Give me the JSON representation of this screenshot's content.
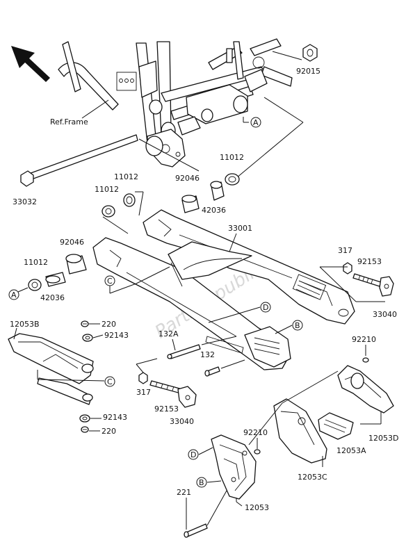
{
  "watermark": "PartsRepublik",
  "frame_label": "Ref.Frame",
  "part_numbers": {
    "p92015": "92015",
    "p33032": "33032",
    "p11012_upper": "11012",
    "p11012_a": "11012",
    "p11012_b": "11012",
    "p11012_left": "11012",
    "p92046_upper": "92046",
    "p92046_left": "92046",
    "p42036_upper": "42036",
    "p42036_left": "42036",
    "p33001": "33001",
    "p317_right": "317",
    "p317_left": "317",
    "p92153_right": "92153",
    "p92153_left": "92153",
    "p33040_right": "33040",
    "p33040_left": "33040",
    "p12053B": "12053B",
    "p220_top": "220",
    "p220_bottom": "220",
    "p92143_top": "92143",
    "p92143_bottom": "92143",
    "p132A": "132A",
    "p132": "132",
    "p92210_right": "92210",
    "p92210_lower": "92210",
    "p12053D": "12053D",
    "p12053A": "12053A",
    "p12053C": "12053C",
    "p221": "221",
    "p12053": "12053"
  },
  "callouts": {
    "A_frame": "A",
    "A_left": "A",
    "B_arm": "B",
    "B_guard": "B",
    "C_arm": "C",
    "C_guide": "C",
    "D_arm": "D",
    "D_guard": "D"
  }
}
